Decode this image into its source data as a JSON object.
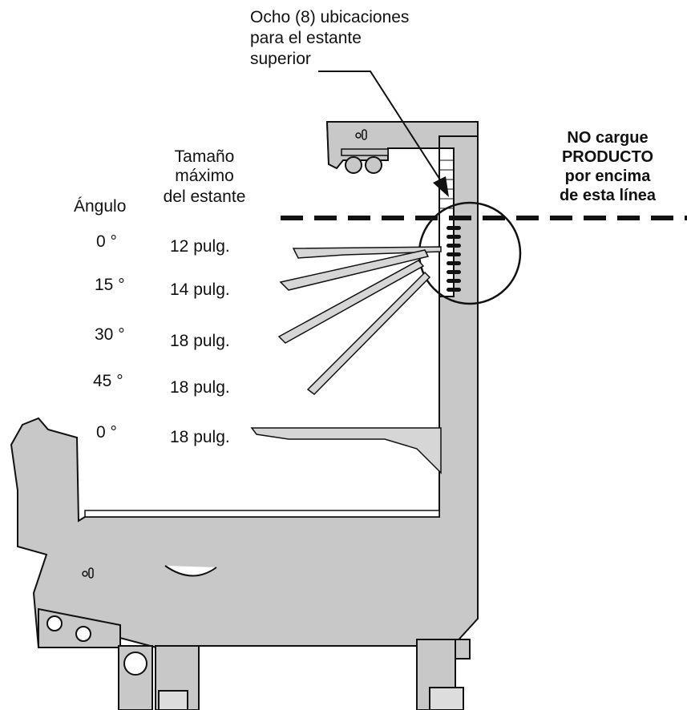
{
  "callout": {
    "lines": [
      "Ocho (8) ubicaciones",
      "para el estante",
      "superior"
    ]
  },
  "warning": {
    "lines": [
      "NO cargue",
      "PRODUCTO",
      "por encima",
      "de esta línea"
    ]
  },
  "headers": {
    "angle": "Ángulo",
    "size_lines": [
      "Tamaño",
      "máximo",
      "del estante"
    ]
  },
  "rows": [
    {
      "angle": "0 °",
      "size": "12 pulg."
    },
    {
      "angle": "15 °",
      "size": "14 pulg."
    },
    {
      "angle": "30 °",
      "size": "18 pulg."
    },
    {
      "angle": "45 °",
      "size": "18 pulg."
    },
    {
      "angle": "0 °",
      "size": "18 pulg."
    }
  ],
  "colors": {
    "case_fill": "#c8c8c8",
    "outline": "#111111",
    "background": "#ffffff"
  }
}
